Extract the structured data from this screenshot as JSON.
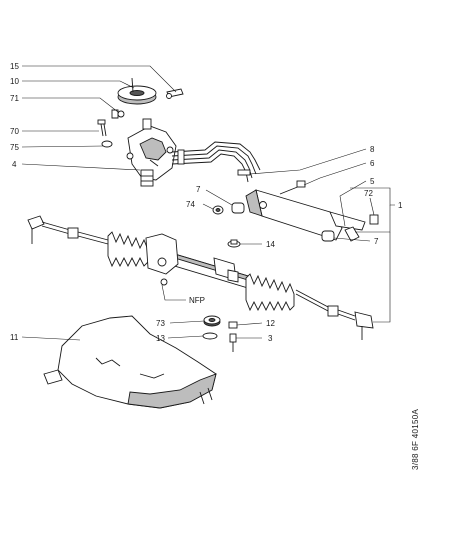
{
  "labels": {
    "p15": "15",
    "p10": "10",
    "p71": "71",
    "p70": "70",
    "p75": "75",
    "p4": "4",
    "p8": "8",
    "p6": "6",
    "p5": "5",
    "p1": "1",
    "p72": "72",
    "p7a": "7",
    "p74": "74",
    "p7b": "7",
    "p14": "14",
    "nfp": "NFP",
    "p73": "73",
    "p12": "12",
    "p13": "13",
    "p3": "3",
    "p11": "11"
  },
  "ref_code": "3/88 6F 40150A"
}
